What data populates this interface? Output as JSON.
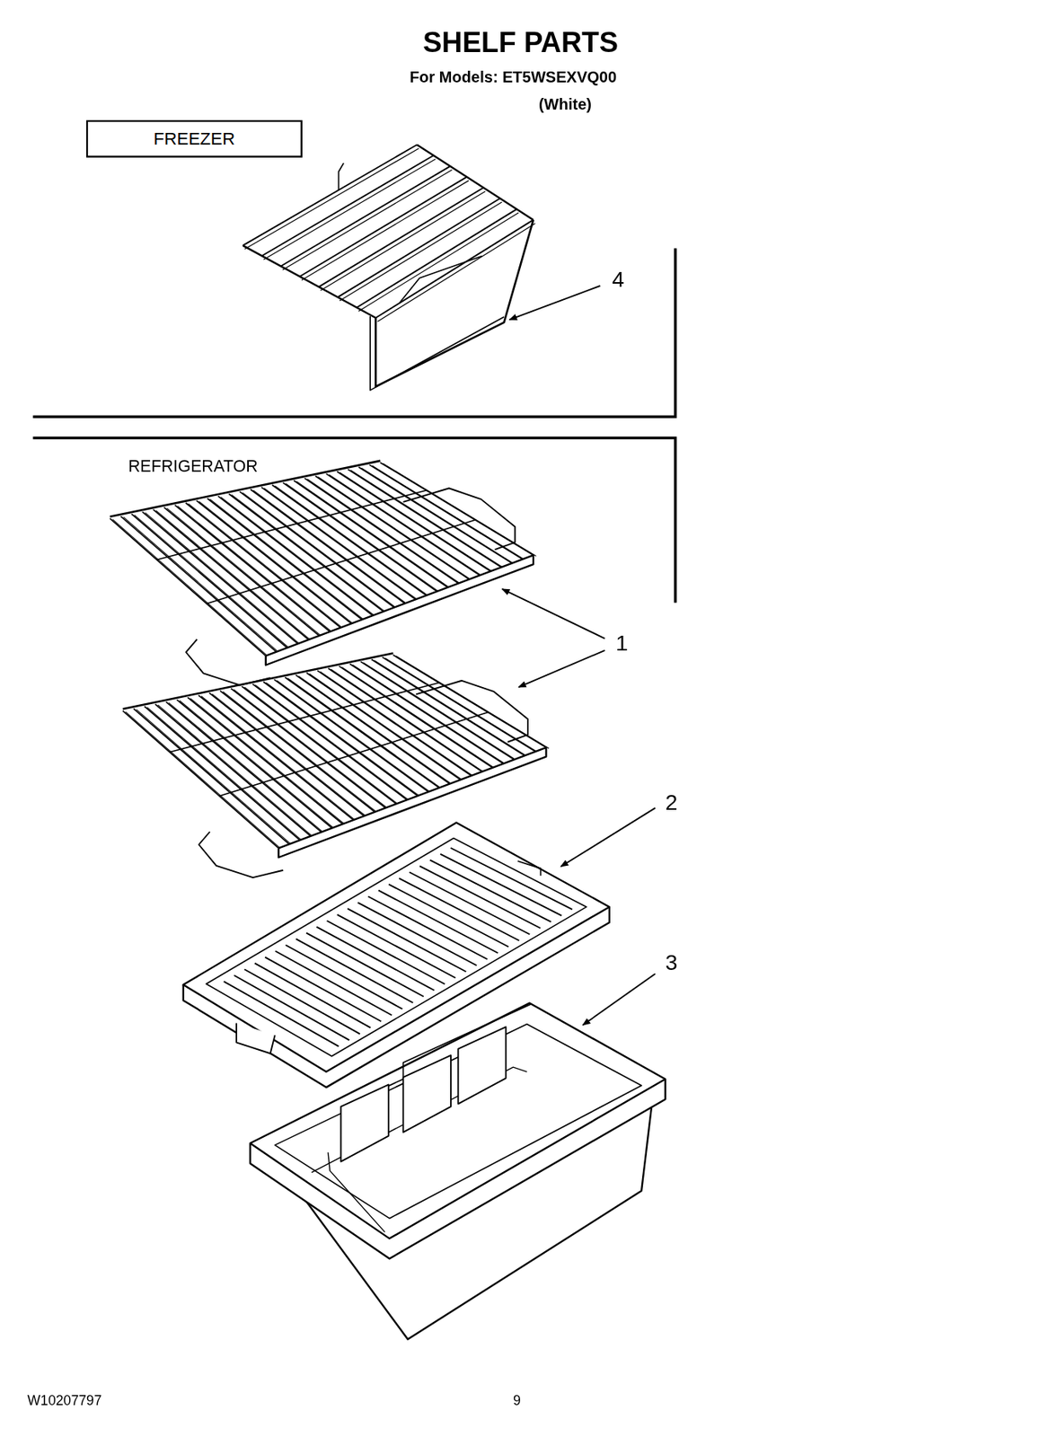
{
  "diagram": {
    "title": "SHELF PARTS",
    "nodes": [
      {
        "text": [
          "FREEZER"
        ]
      }
    ],
    "labels": [
      "For Models: ET5WSEXVQ00",
      "(White)",
      "REFRIGERATOR",
      "4",
      "1",
      "2",
      "3",
      "W10207797",
      "9"
    ]
  }
}
